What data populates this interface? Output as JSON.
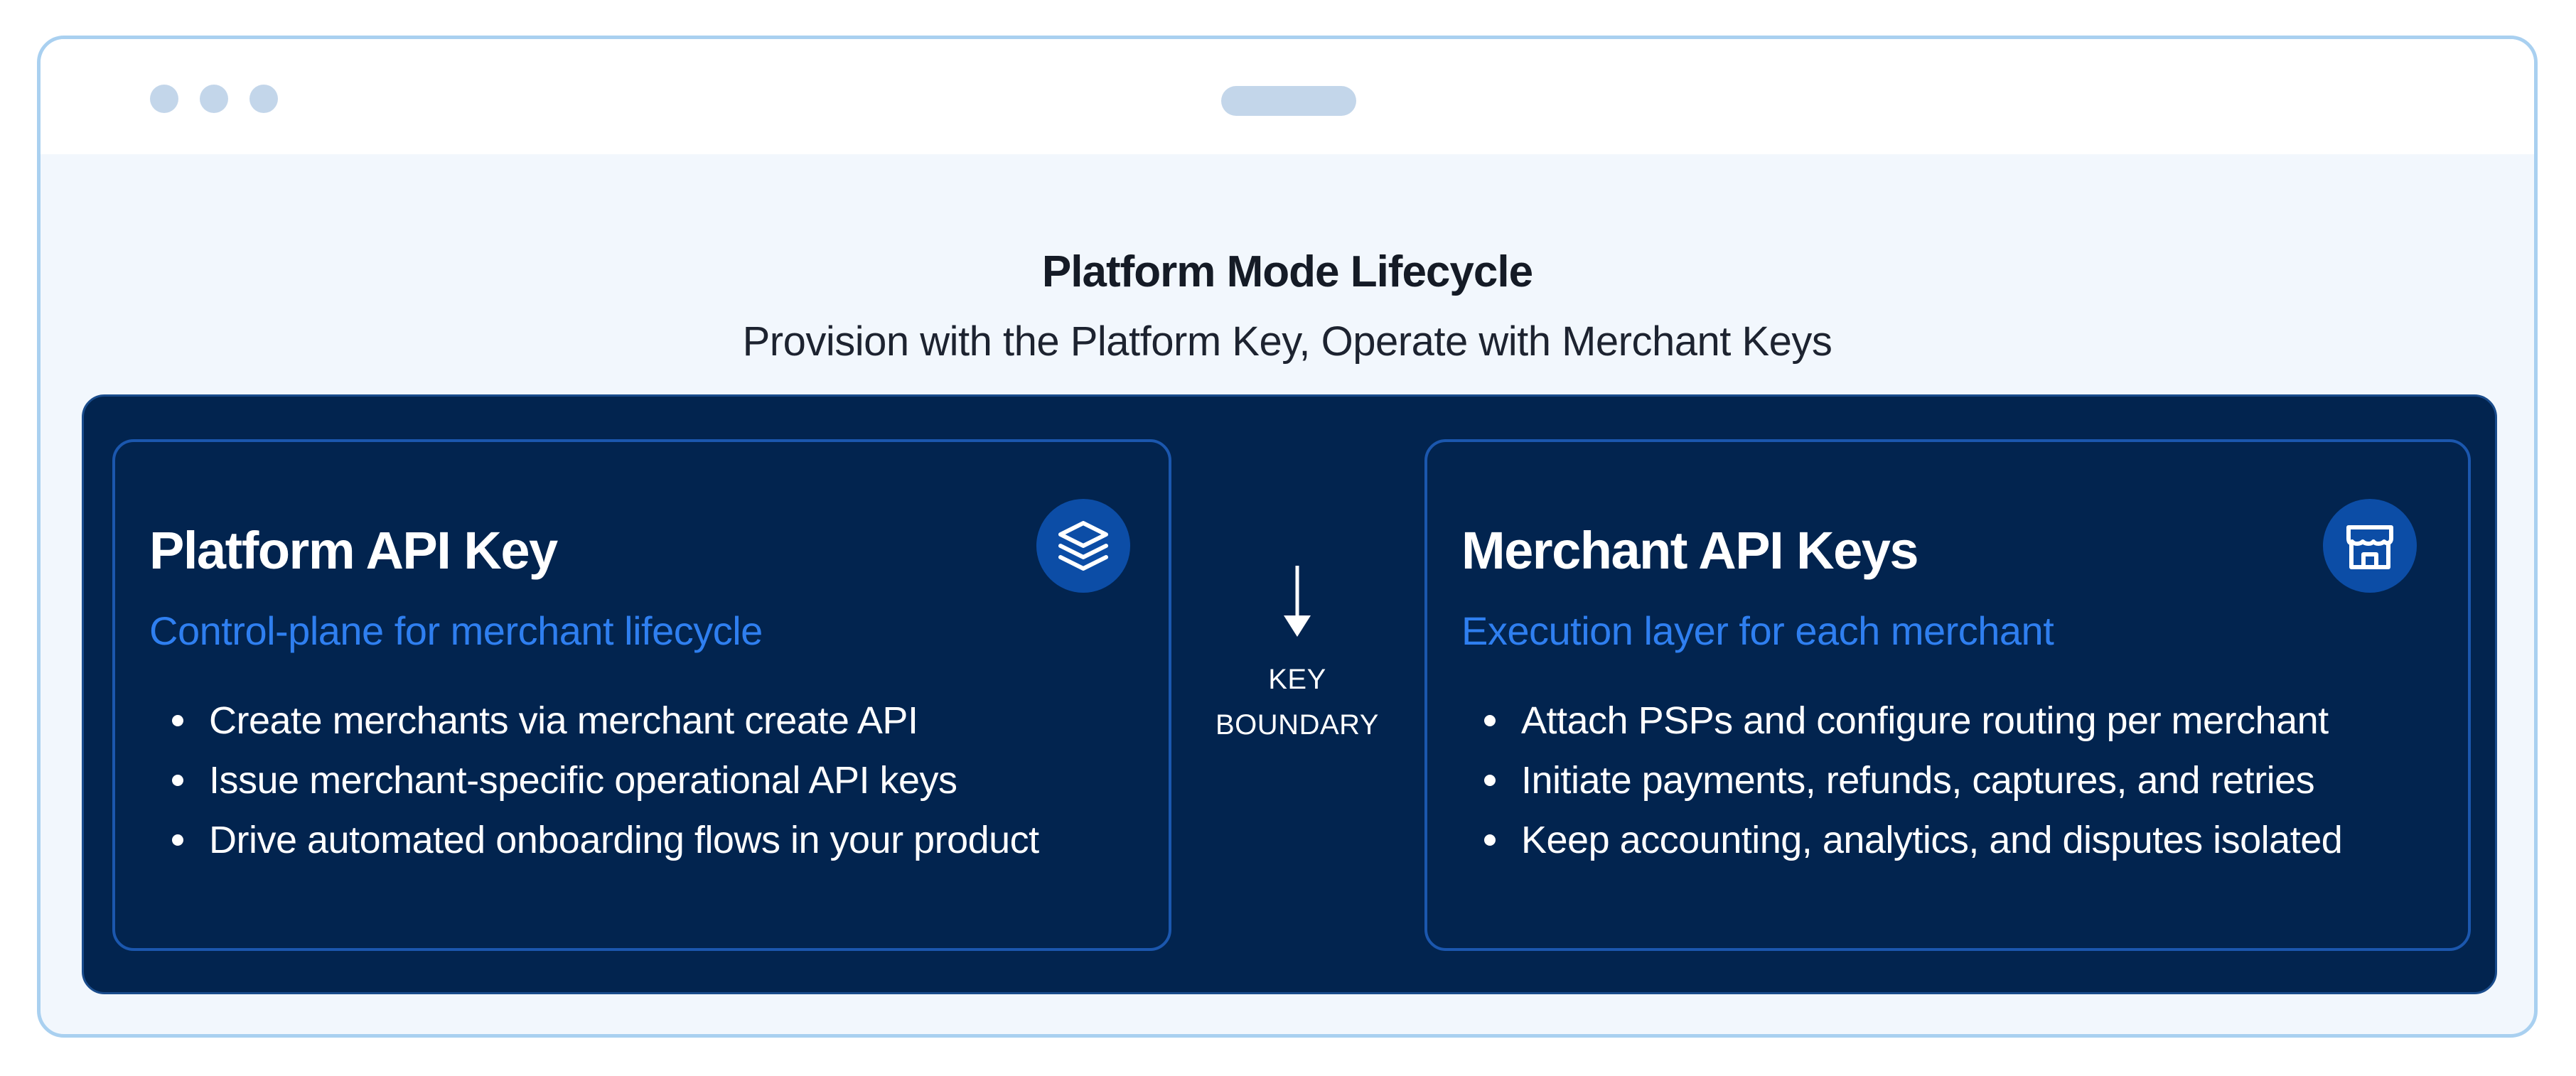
{
  "header": {
    "title": "Platform Mode Lifecycle",
    "subtitle": "Provision with the Platform Key, Operate with Merchant Keys"
  },
  "cards": [
    {
      "title": "Platform API Key",
      "subtitle": "Control-plane for merchant lifecycle",
      "icon": "layers-icon",
      "items": [
        "Create merchants via merchant create API",
        "Issue merchant-specific operational API keys",
        "Drive automated onboarding flows in your product"
      ]
    },
    {
      "title": "Merchant API Keys",
      "subtitle": "Execution layer for each merchant",
      "icon": "storefront-icon",
      "items": [
        "Attach PSPs and configure routing per merchant",
        "Initiate payments, refunds, captures, and retries",
        "Keep accounting, analytics, and disputes isolated"
      ]
    }
  ],
  "boundary": {
    "line1": "KEY",
    "line2": "BOUNDARY",
    "icon": "arrow-down-icon"
  },
  "colors": {
    "panel": "#02244f",
    "card_border": "#1b57ae",
    "accent": "#2f7ff0",
    "icon_badge": "#0c4da6",
    "window_border": "#a9d0f0",
    "window_bg": "#f2f7fd",
    "titlebar_dots": "#c3d6ea"
  }
}
